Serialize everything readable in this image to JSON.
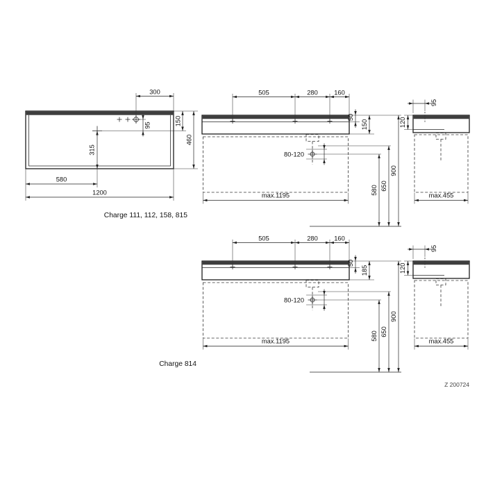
{
  "colors": {
    "line": "#1c1c1c",
    "background": "#ffffff"
  },
  "footer_code": "Z 200724",
  "plan": {
    "caption": "Charge 111, 112, 158, 815",
    "d300": "300",
    "d95": "95",
    "d150": "150",
    "d460": "460",
    "d315": "315",
    "d580": "580",
    "d1200": "1200"
  },
  "front_a": {
    "d505": "505",
    "d280": "280",
    "d160": "160",
    "d50": "50",
    "d150": "150",
    "d80_120": "80-120",
    "d580": "580",
    "d650": "650",
    "d900": "900",
    "dmax": "max.1195"
  },
  "side_a": {
    "d95": "95",
    "d120": "120",
    "dmax": "max.455"
  },
  "front_b": {
    "caption": "Charge 814",
    "d505": "505",
    "d280": "280",
    "d160": "160",
    "d50": "50",
    "d185": "185",
    "d80_120": "80-120",
    "d580": "580",
    "d650": "650",
    "d900": "900",
    "dmax": "max.1195"
  },
  "side_b": {
    "d95": "95",
    "d120": "120",
    "dmax": "max.455"
  }
}
